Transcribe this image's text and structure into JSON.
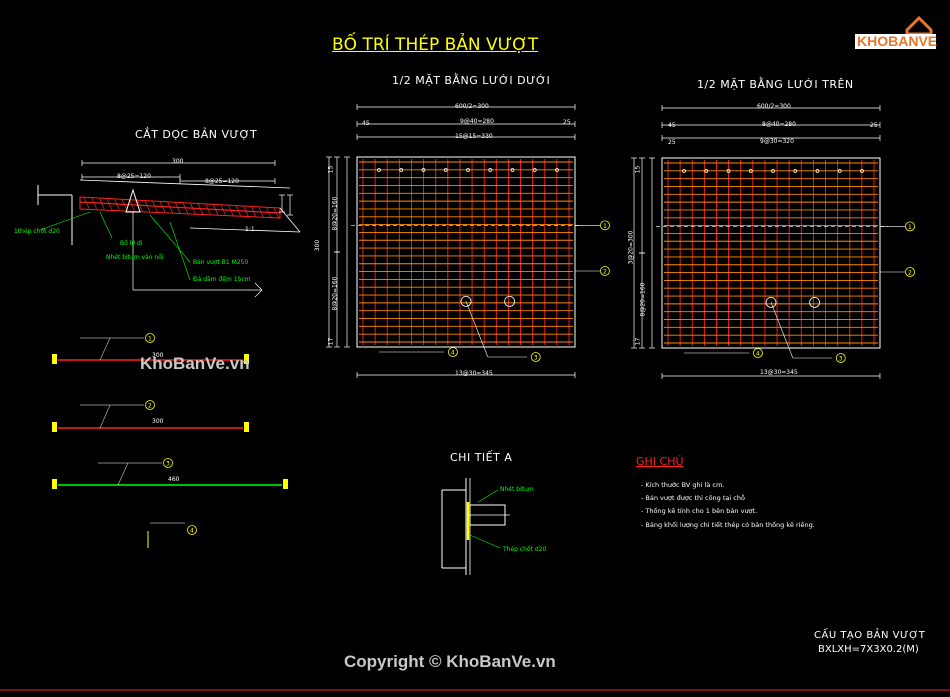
{
  "title": "BỐ TRÍ THÉP BẢN VƯỢT",
  "logo": {
    "text": "KHOBANVE",
    "accent": "#e8762b"
  },
  "views": {
    "section": {
      "title": "CẮT DỌC BẢN VƯỢT",
      "labels": {
        "pin_bar": "1thép chốt d20",
        "mortar": "Bổ lớ di",
        "asphalt": "Nhét bitum vào nối",
        "slab": "Bản vượt B1 M250",
        "base": "Đá dăm đệm 15cm",
        "slope": "1:1",
        "length_dim": "300",
        "top_dim_a": "8@25=120",
        "top_dim_b": "8@25=120"
      }
    },
    "plan_bottom": {
      "title": "1/2 MẶT BẰNG LƯỚI DƯỚI",
      "dims": {
        "overall": "600/2=300",
        "edge_left": "45",
        "edge_right": "25",
        "spacing": "9@40=280",
        "inner": "15@15=330",
        "bottom": "13@30=345",
        "side_top": "8@20=160",
        "side_mid": "8@20=160",
        "side_total": "300",
        "side_end": "15",
        "side_end2": "17"
      },
      "marks": [
        "1",
        "2",
        "3",
        "4"
      ]
    },
    "plan_top": {
      "title": "1/2 MẶT BẰNG LƯỚI TRÊN",
      "dims": {
        "overall": "600/2=300",
        "edge_left": "45",
        "edge_right": "25",
        "spacing": "8@40=280",
        "inner": "9@30=320",
        "left_top": "25",
        "bottom": "13@30=345",
        "side_total": "3@20=300",
        "side_mid": "8@20=160",
        "side_end": "15",
        "side_end2": "17"
      },
      "marks": [
        "1",
        "2",
        "3",
        "4"
      ]
    },
    "detail": {
      "title": "CHI TIẾT A",
      "labels": {
        "asphalt": "Nhét bitum",
        "pin_bar": "Thép chốt d20"
      }
    }
  },
  "bars": [
    {
      "mark": "1",
      "length": "300"
    },
    {
      "mark": "2",
      "length": "300"
    },
    {
      "mark": "3",
      "length": "460"
    },
    {
      "mark": "4",
      "length": ""
    }
  ],
  "notes": {
    "title": "GHI CHÚ",
    "items": [
      "- Kích thước BV ghi là cm.",
      "- Bản vượt được thi công tại chỗ",
      "- Thống kê tính cho 1 bên bản vượt.",
      "- Bảng khối lượng chi tiết thép có bản thống kê riêng."
    ]
  },
  "footer_block": {
    "name": "CẤU TẠO BẢN VƯỢT",
    "size": "BXLXH=7X3X0.2(M)"
  },
  "watermarks": {
    "site": "KhoBanVe.vn",
    "copyright": "Copyright © KhoBanVe.vn"
  },
  "colors": {
    "yellow": "#ffff00",
    "red": "#ff2020",
    "green": "#00ff00",
    "orange": "#ff8c00",
    "white": "#ffffff"
  }
}
